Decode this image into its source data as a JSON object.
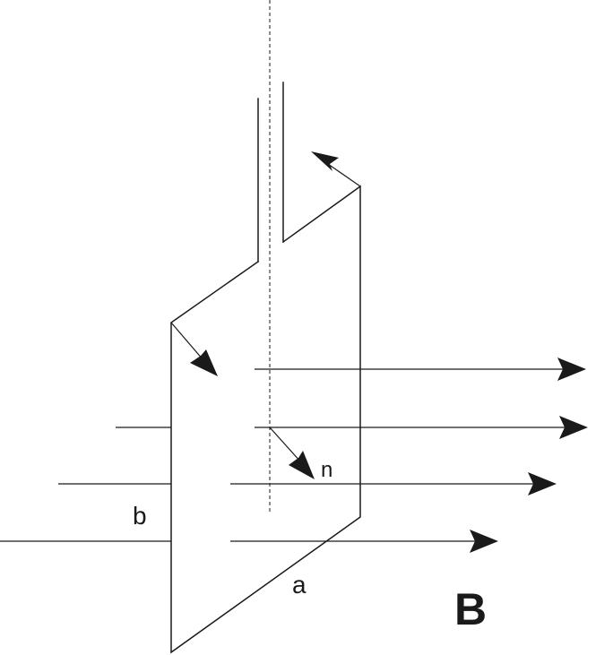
{
  "labels": {
    "side_b": "b",
    "side_a": "a",
    "normal": "n",
    "field": "B"
  },
  "colors": {
    "ink": "#1a1a1a",
    "background": "#ffffff"
  }
}
